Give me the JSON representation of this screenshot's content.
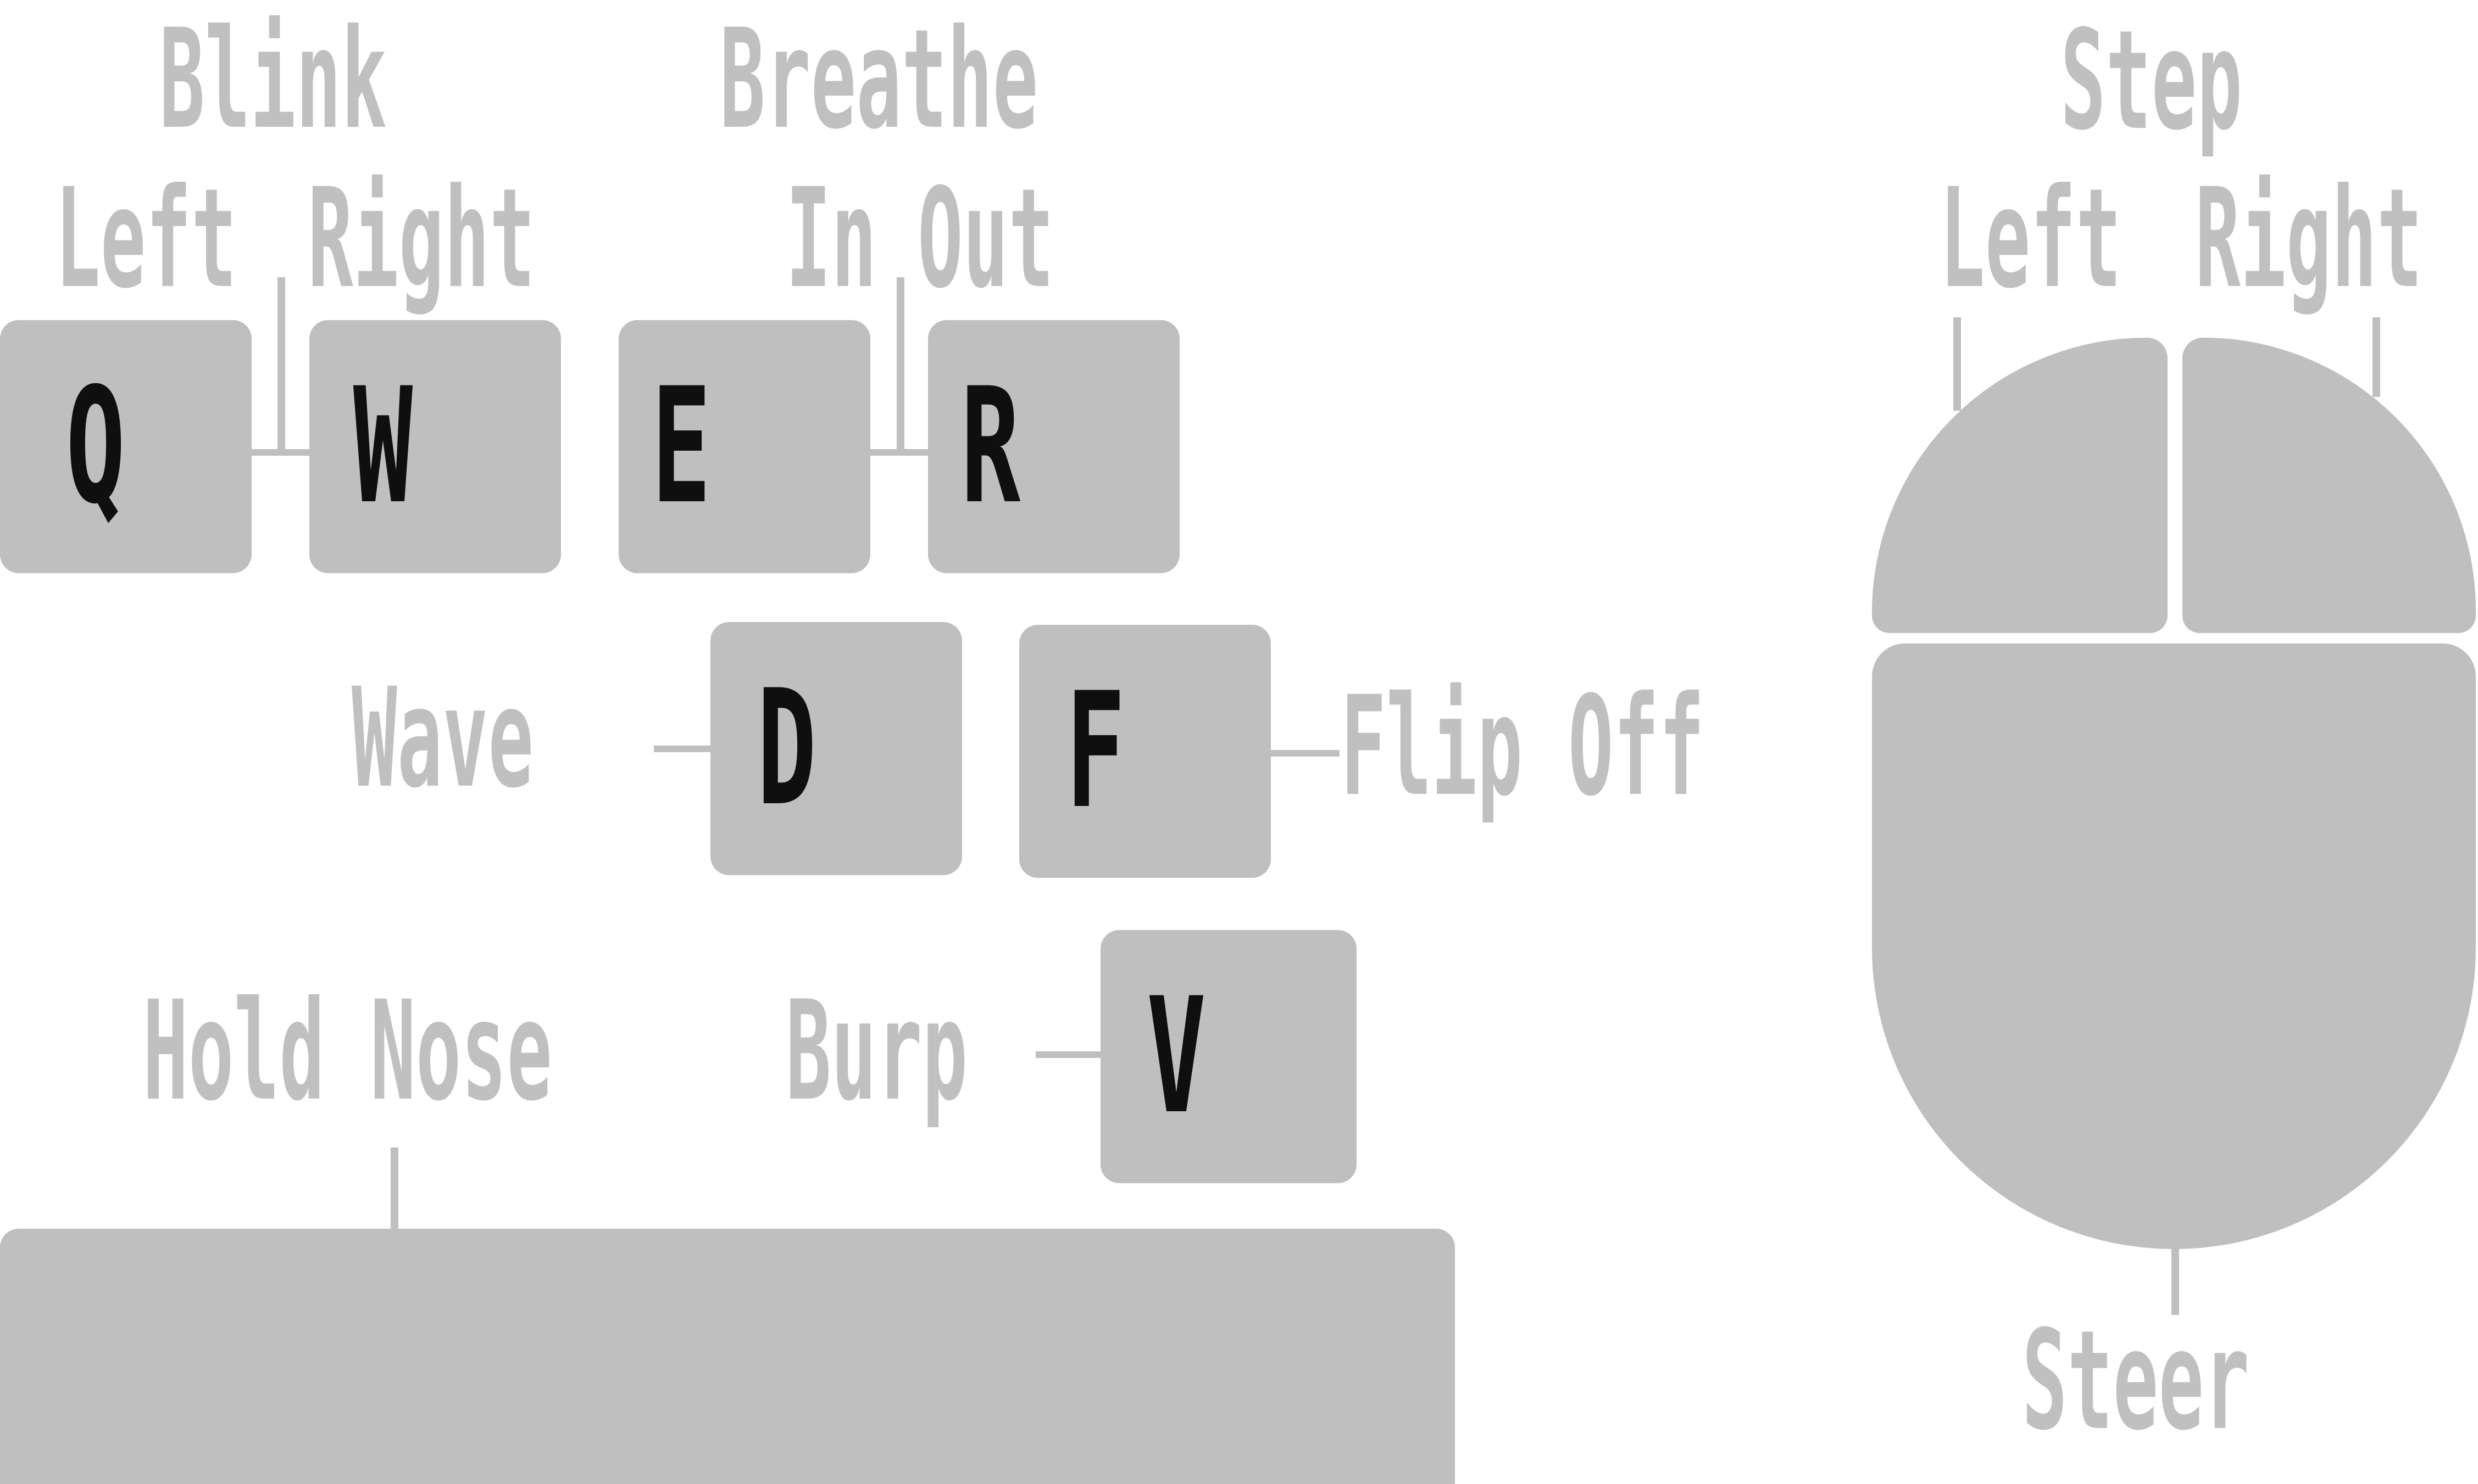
{
  "keys": {
    "q": "Q",
    "w": "W",
    "e": "E",
    "r": "R",
    "d": "D",
    "f": "F",
    "v": "V",
    "space": ""
  },
  "labels": {
    "blink": "Blink",
    "blink_left": "Left",
    "blink_right": "Right",
    "breathe": "Breathe",
    "breathe_in": "In",
    "breathe_out": "Out",
    "wave": "Wave",
    "flip_off": "Flip Off",
    "hold_nose": "Hold Nose",
    "burp": "Burp",
    "step": "Step",
    "step_left": "Left",
    "step_right": "Right",
    "steer": "Steer"
  },
  "colors": {
    "key_fill": "#bfbfbf",
    "label_text": "#c0c0c0",
    "key_glyph": "#0f0f0f",
    "background": "#ffffff"
  }
}
